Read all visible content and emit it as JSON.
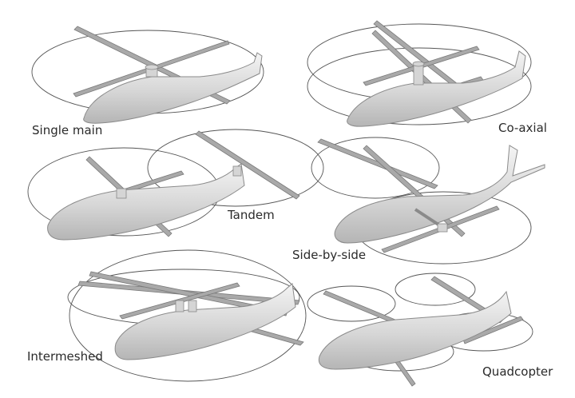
{
  "figure": {
    "configurations": [
      {
        "id": "single-main",
        "label": "Single main"
      },
      {
        "id": "co-axial",
        "label": "Co-axial"
      },
      {
        "id": "tandem",
        "label": "Tandem"
      },
      {
        "id": "side-by-side",
        "label": "Side-by-side"
      },
      {
        "id": "intermeshed",
        "label": "Intermeshed"
      },
      {
        "id": "quadcopter",
        "label": "Quadcopter"
      }
    ]
  }
}
